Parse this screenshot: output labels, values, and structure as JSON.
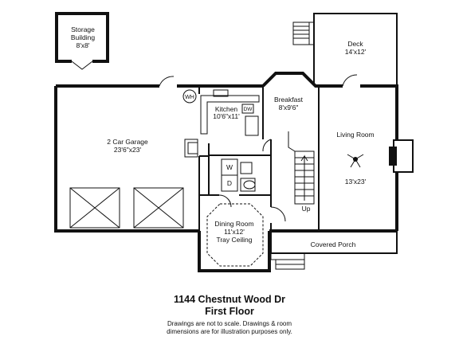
{
  "rooms": {
    "storage_building": {
      "name_line1": "Storage",
      "name_line2": "Building",
      "dims": "8'x8'"
    },
    "deck": {
      "name": "Deck",
      "dims": "14'x12'"
    },
    "garage": {
      "name": "2 Car Garage",
      "dims": "23'6\"x23'"
    },
    "kitchen": {
      "name": "Kitchen",
      "dims": "10'6\"x11'"
    },
    "breakfast": {
      "name": "Breakfast",
      "dims": "8'x9'6\""
    },
    "living_room": {
      "name": "Living Room",
      "dims": "13'x23'"
    },
    "dining_room": {
      "name": "Dining Room",
      "dims": "11'x12'",
      "feature": "Tray Ceiling"
    },
    "covered_porch": {
      "name": "Covered Porch"
    }
  },
  "fixtures": {
    "water_heater": "WH",
    "dishwasher": "DW",
    "washer": "W",
    "dryer": "D",
    "stairs_up": "Up"
  },
  "footer": {
    "address": "1144 Chestnut Wood Dr",
    "floor": "First Floor",
    "disclaimer_line1": "Drawings are not to scale. Drawings & room",
    "disclaimer_line2": "dimensions are for illustration purposes only."
  }
}
